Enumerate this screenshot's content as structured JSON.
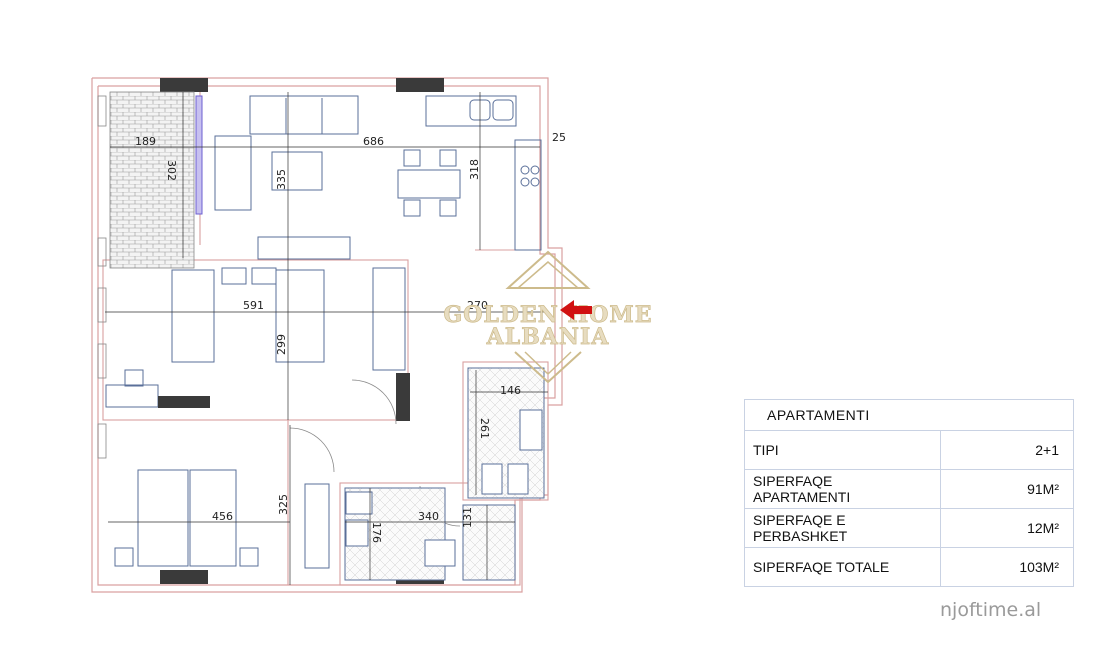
{
  "plan": {
    "dimensions": {
      "balcony_w": "189",
      "balcony_h": "302",
      "living_w": "686",
      "wall": "25",
      "living_h": "335",
      "kitchen_h": "318",
      "bedroom1_w": "591",
      "hall_w": "270",
      "bedroom1_h": "299",
      "bath1_w": "146",
      "bath1_h": "261",
      "bedroom2_w": "456",
      "bedroom2_h": "325",
      "bath2_w": "340",
      "bath2_h": "176",
      "shower_h": "131"
    },
    "watermark": {
      "line1": "GOLDEN HOME",
      "line2": "ALBANIA"
    }
  },
  "info_table": {
    "title": "APARTAMENTI",
    "rows": [
      {
        "label": "TIPI",
        "value": "2+1"
      },
      {
        "label": "SIPERFAQE APARTAMENTI",
        "value": "91M²"
      },
      {
        "label": "SIPERFAQE E PERBASHKET",
        "value": "12M²"
      },
      {
        "label": "SIPERFAQE TOTALE",
        "value": "103M²"
      }
    ]
  },
  "source_watermark": "njoftime.al",
  "colors": {
    "walls": "#d9a0a0",
    "furniture": "#5a6f99",
    "window_blocks": "#3a3a3a",
    "arrow": "#d11111",
    "watermark_gold": "#cdbb8c"
  }
}
